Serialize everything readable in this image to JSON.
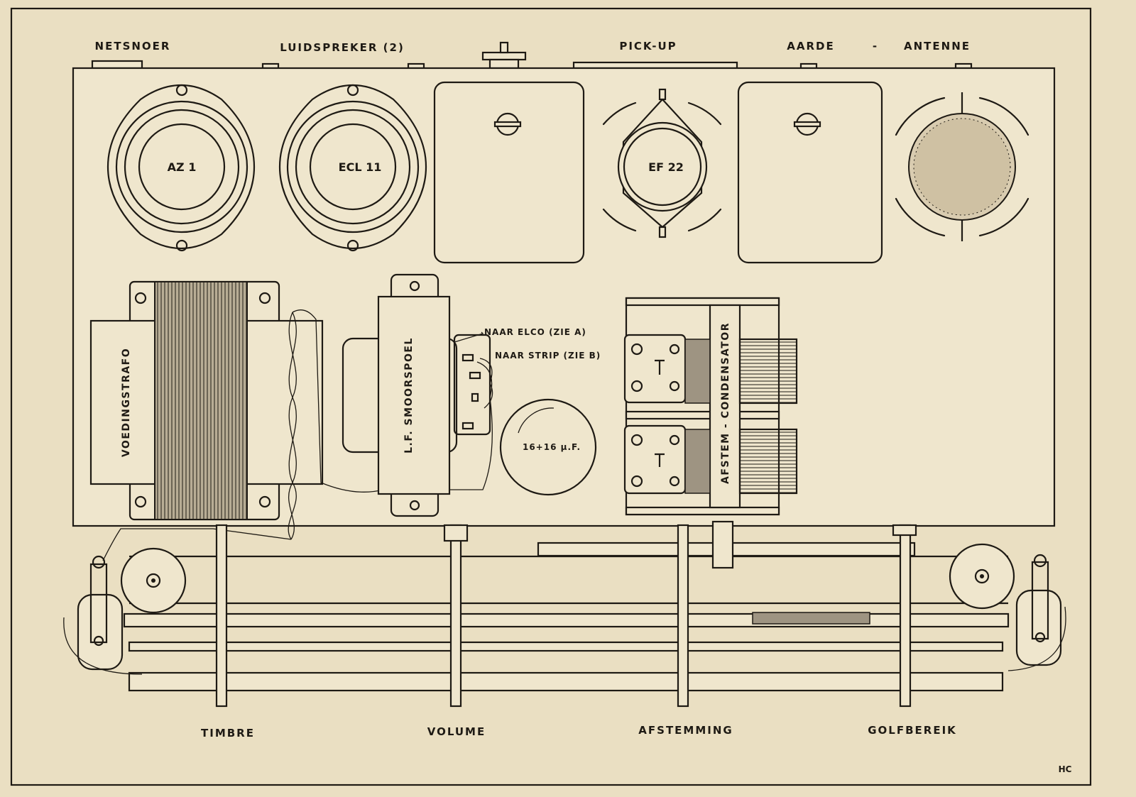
{
  "top_labels": {
    "netsnoer": "NETSNOER",
    "luidspreker": "LUIDSPREKER (2)",
    "pickup": "PICK-UP",
    "aarde": "AARDE",
    "dash": "-",
    "antenne": "ANTENNE"
  },
  "tubes": {
    "az1": "AZ 1",
    "ecl11": "ECL 11",
    "ef22": "EF 22"
  },
  "components": {
    "voedingstrafo": "VOEDINGSTRAFO",
    "smoorspoel": "L.F. SMOORSPOEL",
    "naar_elco": "NAAR ELCO (ZIE A)",
    "naar_strip": "NAAR STRIP (ZIE B)",
    "elco": "16+16 μ.F.",
    "condensator": "AFSTEM - CONDENSATOR"
  },
  "bottom_labels": {
    "timbre": "TIMBRE",
    "volume": "VOLUME",
    "afstemming": "AFSTEMMING",
    "golfbereik": "GOLFBEREIK"
  },
  "signature": "HC",
  "colors": {
    "paper": "#eadfc2",
    "ink": "#1e1a14",
    "panel": "#efe6cd"
  }
}
